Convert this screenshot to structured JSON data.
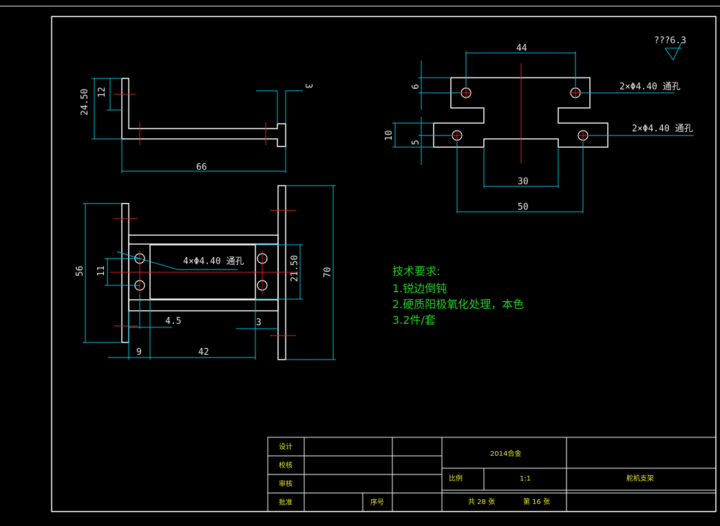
{
  "colors": {
    "background": "#000000",
    "outline": "#ffffff",
    "dimension": "#00c8e6",
    "centerline": "#e62222",
    "notes": "#22d422",
    "title_text": "#eaea22"
  },
  "roughness": "???6.3",
  "front_view": {
    "dim_height": "24.50",
    "dim_top": "12",
    "dim_thickness": "3",
    "dim_length": "66"
  },
  "right_view": {
    "dim_width_top": "44",
    "dim_width_mid": "30",
    "dim_width_bottom": "50",
    "dim_step_top": "6",
    "dim_step_bottom": "5",
    "dim_total_height": "10",
    "hole_note_upper": "2×Φ4.40 通孔",
    "hole_note_lower": "2×Φ4.40 通孔"
  },
  "top_view": {
    "dim_56": "56",
    "dim_11": "11",
    "dim_4_5": "4.5",
    "dim_3": "3",
    "dim_9": "9",
    "dim_42": "42",
    "dim_21_50": "21.50",
    "dim_70": "70",
    "hole_note": "4×Φ4.40 通孔"
  },
  "tech_requirements": {
    "title": "技术要求:",
    "items": [
      "1.锐边倒钝",
      "2.硬质阳极氧化处理，本色",
      "3.2件/套"
    ]
  },
  "title_block": {
    "design": "设计",
    "check": "校核",
    "review": "审核",
    "approve": "批准",
    "seq_label": "序号",
    "material": "2014合金",
    "scale_label": "比例",
    "scale_value": "1:1",
    "part_name": "舵机支架",
    "sheet_total": "共 28 张",
    "sheet_num": "第 16 张"
  }
}
